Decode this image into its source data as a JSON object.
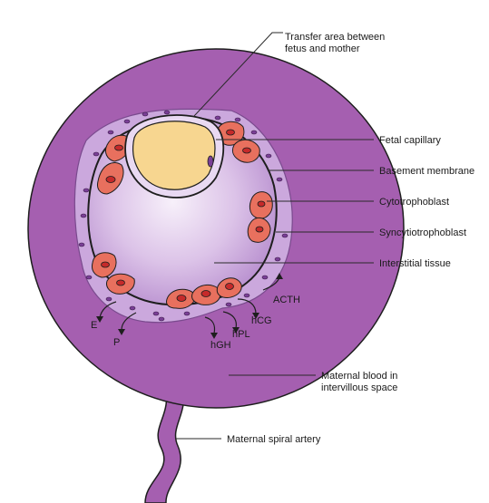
{
  "labels": {
    "transfer_line1": "Transfer area between",
    "transfer_line2": "fetus and mother",
    "fetal_capillary": "Fetal capillary",
    "basement_membrane": "Basement membrane",
    "cytotrophoblast": "Cytotrophoblast",
    "syncytiotrophoblast": "Syncytiotrophoblast",
    "interstitial_tissue": "Interstitial tissue",
    "maternal_blood_line1": "Maternal blood in",
    "maternal_blood_line2": "intervillous space",
    "spiral_artery": "Maternal spiral artery"
  },
  "hormones": {
    "e": "E",
    "p": "P",
    "hgh": "hGH",
    "hpl": "hPL",
    "hcg": "hCG",
    "acth": "ACTH"
  },
  "colors": {
    "maternal_blood": "#a55fb0",
    "syncytio": "#cba8dd",
    "interstitial_light": "#f4ecf8",
    "interstitial_dark": "#c9a6dc",
    "cyto": "#e8705e",
    "nucleus": "#c62a2a",
    "capillary": "#f7d690",
    "outline": "#1e1e1e"
  }
}
